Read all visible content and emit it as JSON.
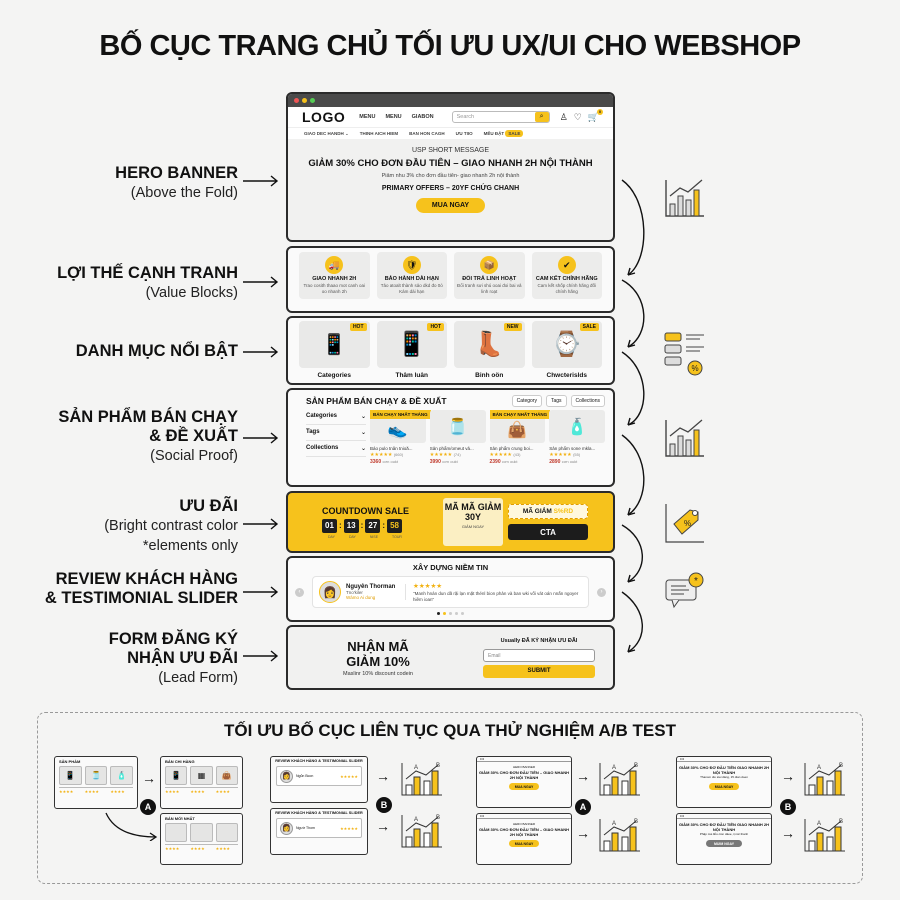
{
  "title": "BỐ CỤC TRANG CHỦ TỐI ƯU UX/UI CHO WEBSHOP",
  "labels": [
    {
      "main": "HERO BANNER",
      "sub": "(Above the Fold)"
    },
    {
      "main": "LỢI THẾ CẠNH TRANH",
      "sub": "(Value Blocks)"
    },
    {
      "main": "DANH MỤC NỔI BẬT",
      "sub": ""
    },
    {
      "main": "SẢN PHẨM BÁN CHẠY",
      "main2": "& ĐỀ XUẤT",
      "sub": "(Social Proof)"
    },
    {
      "main": "ƯU ĐÃI",
      "sub": "(Bright contrast color",
      "sub2": "*elements only"
    },
    {
      "main": "REVIEW KHÁCH HÀNG",
      "main2": "& TESTIMONIAL SLIDER",
      "sub": ""
    },
    {
      "main": "FORM ĐĂNG KÝ",
      "main2": "NHẬN ƯU ĐÃI",
      "sub": "(Lead Form)"
    }
  ],
  "header": {
    "logo": "LOGO",
    "menu": [
      "MENU",
      "MENU",
      "GIABON"
    ],
    "search_placeholder": "Search",
    "cart_count": "0",
    "nav": [
      "GIAO DEC HANDH ⌄",
      "THINH AICH HIEM",
      "BAN HON CAGH",
      "ƯU TIIO",
      "MẾU ĐẶT"
    ],
    "nav_badge": "SALE"
  },
  "hero": {
    "usp": "USP SHORT MESSAGE",
    "headline": "GIẢM 30% CHO ĐƠN ĐẦU TIÊN – GIAO NHANH 2H NỘI THÀNH",
    "sub": "Piảm nhu 3% cho đơn đầu tiên- giao nhanh 2h nội thành",
    "primary": "PRIMARY OFFERS – 20YF CHỨG CHANH",
    "cta": "MUA NGAY"
  },
  "values": [
    {
      "icon": "🚚",
      "title": "GIAO NHANH 2H",
      "desc": "Trao cosith thaao mot canh oai oo nhanh 2h"
    },
    {
      "icon": "🛡",
      "title": "BẢO HÀNH DÀI HẠN",
      "desc": "Tảo atoalt thành sảo dkd đo 0ó Kám dài hạn"
    },
    {
      "icon": "📦",
      "title": "ĐỔI TRẢ LINH HOẠT",
      "desc": "Đổi tranh sưi shú ooai đoi bai vả linh roạt"
    },
    {
      "icon": "✔",
      "title": "CAM KẾT CHÍNH HÃNG",
      "desc": "Cam kết shốp chính hãng đối chính hãng"
    }
  ],
  "categories": [
    {
      "name": "Categories",
      "tag": "HOT",
      "icon": "📱"
    },
    {
      "name": "Thâm luân",
      "tag": "HOT",
      "icon": "📱"
    },
    {
      "name": "Binh oön",
      "tag": "NEW",
      "icon": "👢"
    },
    {
      "name": "Chwcterislds",
      "tag": "SALE",
      "icon": "⌚"
    }
  ],
  "bestsellers": {
    "title": "SẢN PHẨM BÁN CHẠY & ĐỀ XUẤT",
    "chips": [
      "Category",
      "Tags",
      "Collections"
    ],
    "filters": [
      "Categories",
      "Tags",
      "Collections"
    ],
    "badge": "BÁN CHẠY NHẤT THÁNG",
    "products": [
      {
        "name": "Báo pulo tnân tnioă...",
        "stars": "★★★★★",
        "reviews": "(660)",
        "price": "3360",
        "unit": "cơn oukt",
        "icon": "👟",
        "badge": true
      },
      {
        "name": "Sản phẩm/omeut vả...",
        "stars": "★★★★★",
        "reviews": "(74)",
        "price": "3990",
        "unit": "cơn oukt",
        "icon": "🫙",
        "badge": false
      },
      {
        "name": "Sản phẩm crung boi...",
        "stars": "★★★★★",
        "reviews": "(43)",
        "price": "2390",
        "unit": "cơn oukt",
        "icon": "👜",
        "badge": true
      },
      {
        "name": "Sản phẩm sone mkla...",
        "stars": "★★★★★",
        "reviews": "(55)",
        "price": "2890",
        "unit": "cơn oukt",
        "icon": "🧴",
        "badge": false
      }
    ]
  },
  "promo": {
    "title": "COUNTDOWN SALE",
    "timer": [
      "01",
      "13",
      "27",
      "58"
    ],
    "timer_labels": [
      "DAY",
      "DAY",
      "NISE",
      "TOUR"
    ],
    "code_box": "MÃ MÃ GIẢM 30Y",
    "code_box_sub": "GIẢM NGAY",
    "code_label": "MÃ GIẢM",
    "code_value": "S%RD",
    "cta": "CTA"
  },
  "reviews": {
    "title": "XÂY DỰNG NIỀM TIN",
    "name": "Nguyên Thorman",
    "role": "Tno'kiler",
    "verified": "Wàmo Ai dung",
    "stars": "★★★★★",
    "quote": "\"Manh hnán dun dã rặi lạn mặt thénl bion phản và ban wki vối vát oán nnấn ngoyer hiêm ioan\""
  },
  "lead": {
    "big1": "NHẬN MÃ",
    "big2": "GIẢM 10%",
    "sub": "Maslinr 10% discount codein",
    "heading": "Usually ĐĂ KÝ NHẬN ƯU ĐÃI",
    "email_placeholder": "Email",
    "submit": "SUBMIT"
  },
  "ab": {
    "title": "TỐI ƯU BỐ CỤC LIÊN TỤC QUA THỬ NGHIỆM A/B TEST",
    "g1": {
      "src": "SẢN PHẨM",
      "a": "BÁN CHI HÀNG",
      "b": "BÁN MỚI NHẤT"
    },
    "g2": {
      "title": "REVIEW KHÁCH HÀNG & TESTIMONIAL SLIDER",
      "n1": "Ngůn Bcon",
      "n2": "Ngườ Thom",
      "stars": "★★★★★"
    },
    "g3": {
      "label": "HERO BANNER",
      "text": "GIẢM 30% CHO ĐƠN ĐẦU TIÊN – GIAO NHANH 2H NỘI THÀNH",
      "btn": "MUA NGAY"
    },
    "g4": {
      "text": "GIẢM 30% CHO ĐƠ ĐẦU TIÊN GIAO NHANH 2H NỘI THÀNH",
      "sub1": "Thanom dio stei dáng, 15 dian doen",
      "sub2": "Phập má đỏu cion dáoe, iị nár thanh",
      "btn1": "MUA NGAY",
      "btn2": "MUIM NGAY"
    },
    "badge_a": "A",
    "badge_b": "B",
    "chart_a": "A",
    "chart_b": "B"
  },
  "colors": {
    "accent": "#f6c21c",
    "dark": "#1e1e1e",
    "bg": "#f4f4f3"
  }
}
